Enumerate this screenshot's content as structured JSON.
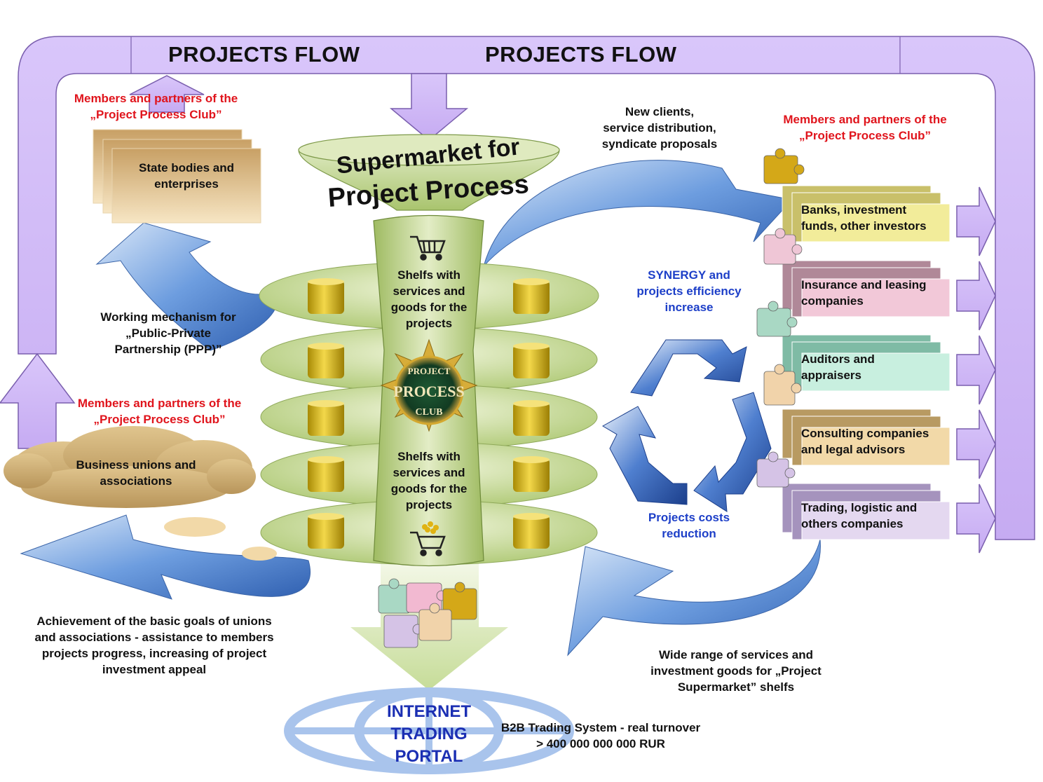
{
  "header": {
    "flow_label_left": "PROJECTS FLOW",
    "flow_label_right": "PROJECTS FLOW"
  },
  "funnel": {
    "title_line1": "Supermarket for",
    "title_line2": "Project Process",
    "shelves_text_top": "Shelfs with\nservices and\ngoods for the\nprojects",
    "shelves_text_bottom": "Shelfs with\nservices and\ngoods for the\nprojects",
    "badge": {
      "line1": "PROJECT",
      "line2": "PROCESS",
      "line3": "CLUB"
    }
  },
  "left_top": {
    "members_label": "Members and partners of the\n„Project Process Club”",
    "box_label": "State bodies and\nenterprises",
    "ppp_label": "Working mechanism for\n„Public-Private\nPartnership (PPP)”"
  },
  "left_bottom": {
    "members_label": "Members and partners of the\n„Project Process Club”",
    "cloud_label": "Business unions and\nassociations",
    "goals_label": "Achievement of the basic goals of unions\nand associations - assistance to members\nprojects progress, increasing of project\ninvestment appeal"
  },
  "right": {
    "new_clients_label": "New clients,\nservice distribution,\nsyndicate proposals",
    "members_label": "Members and partners of the\n„Project Process Club”",
    "synergy_label": "SYNERGY and\nprojects efficiency\nincrease",
    "costs_label": "Projects costs\nreduction",
    "wide_range_label": "Wide range of services and\ninvestment goods for „Project\nSupermarket” shelfs",
    "partners": [
      {
        "label": "Banks, investment\nfunds, other investors",
        "color": "#f2ec9a",
        "dark": "#c9c06a"
      },
      {
        "label": "Insurance and leasing\ncompanies",
        "color": "#f2c8d8",
        "dark": "#b08898"
      },
      {
        "label": "Auditors and\nappraisers",
        "color": "#c8efdf",
        "dark": "#7fbba5"
      },
      {
        "label": "Consulting companies\nand legal advisors",
        "color": "#f2d9a8",
        "dark": "#b89a62"
      },
      {
        "label": "Trading, logistic and\nothers companies",
        "color": "#e4d8f0",
        "dark": "#a593bd"
      }
    ]
  },
  "bottom": {
    "portal_label": "INTERNET\nTRADING\nPORTAL",
    "b2b_label": "B2B Trading System - real turnover\n> 400 000 000 000 RUR"
  },
  "colors": {
    "flow_band": "#cbb3f5",
    "flow_band_edge": "#7a5fae",
    "funnel_green": "#c9dd9e",
    "shelf_green": "#c5da92",
    "barrel_gold": "#d9b81c",
    "arrow_blue": "#5b8ed6",
    "members_red": "#e0141c",
    "synergy_blue": "#1d3fc8",
    "portal_blue": "#1b2fb3"
  }
}
